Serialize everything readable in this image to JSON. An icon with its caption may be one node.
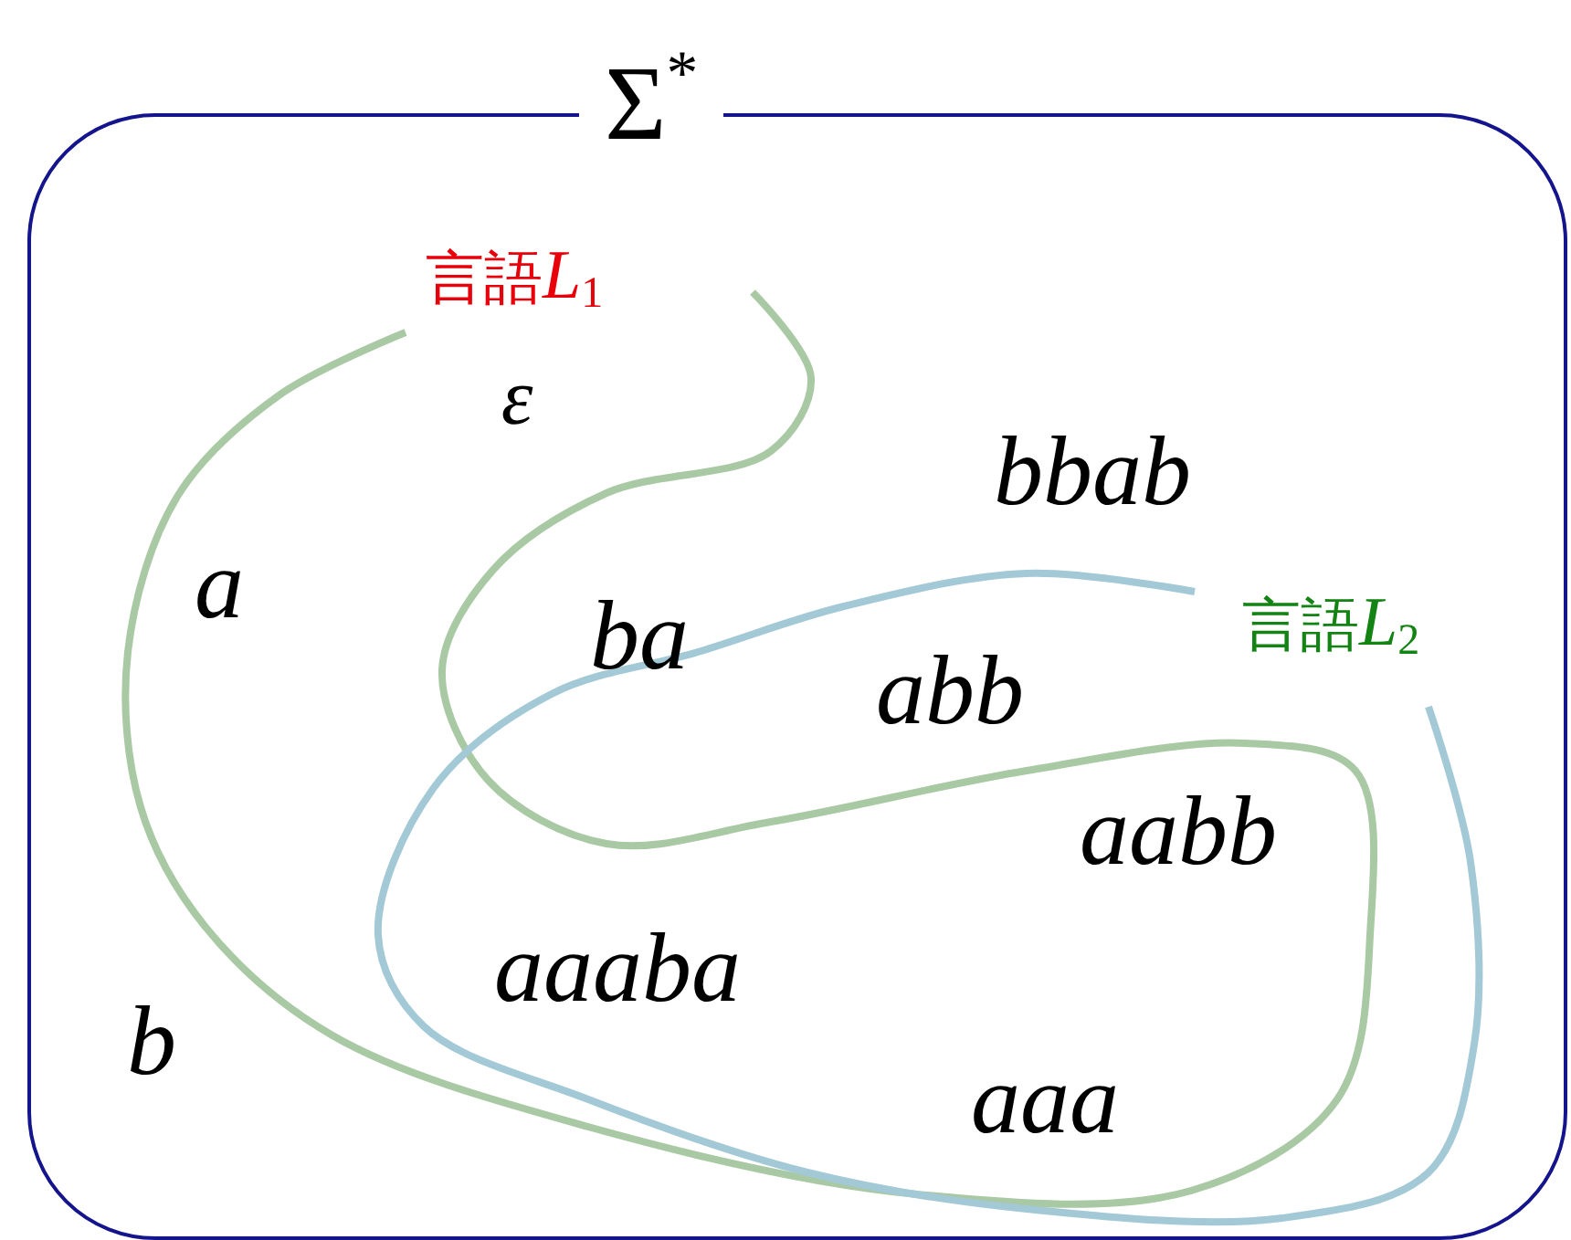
{
  "diagram": {
    "nodes": [
      {
        "text": [
          "Σ$^{*}$"
        ]
      },
      {
        "text": [
          "言語",
          "L$_{1}$"
        ],
        "in": 0
      },
      {
        "text": [
          "言語",
          "L$_{2}$"
        ],
        "in": 0
      }
    ],
    "labels": [
      "ε",
      "bbab",
      "a",
      "ba",
      "abb",
      "aabb",
      "aaaba",
      "b",
      "aaa"
    ]
  }
}
